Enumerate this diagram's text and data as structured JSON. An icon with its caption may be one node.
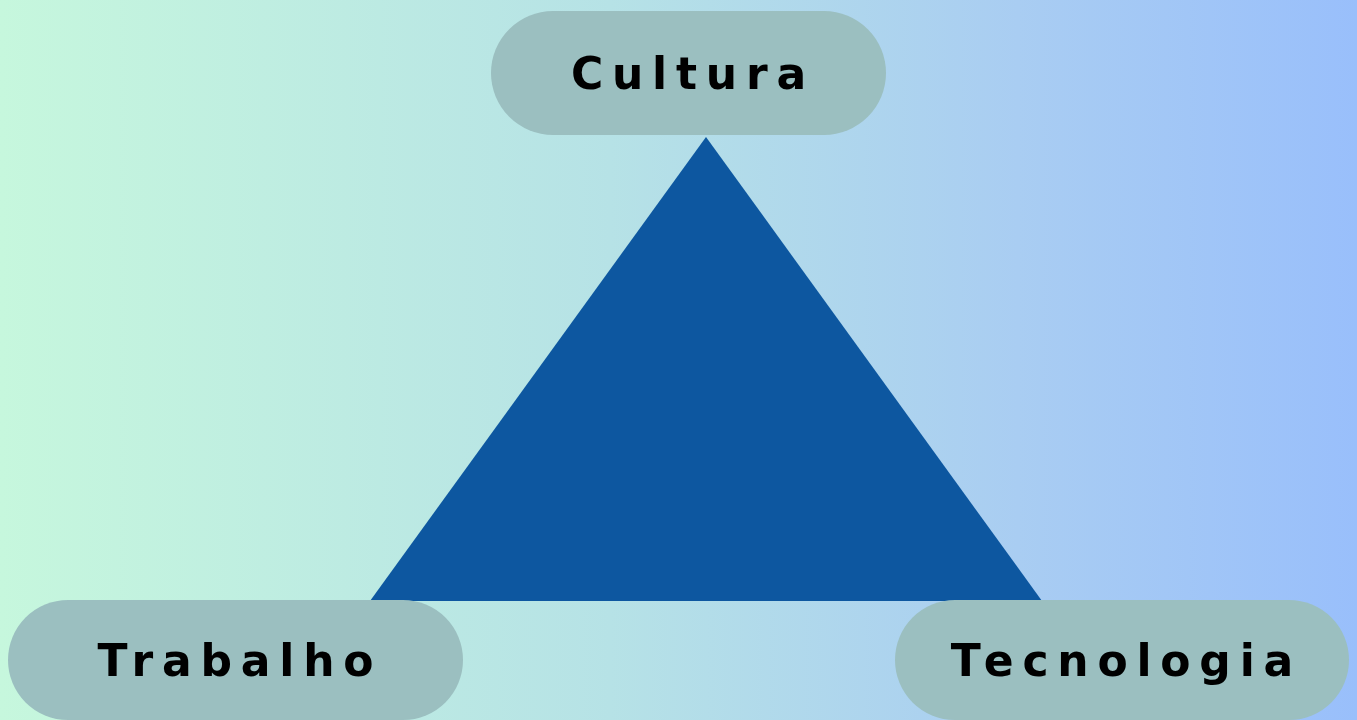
{
  "diagram": {
    "nodes": [
      {
        "text": [
          "Cultura"
        ]
      },
      {
        "text": [],
        "shape": "triangle"
      },
      {
        "text": [
          "Trabalho"
        ]
      },
      {
        "text": [
          "Tecnologia"
        ]
      }
    ]
  }
}
